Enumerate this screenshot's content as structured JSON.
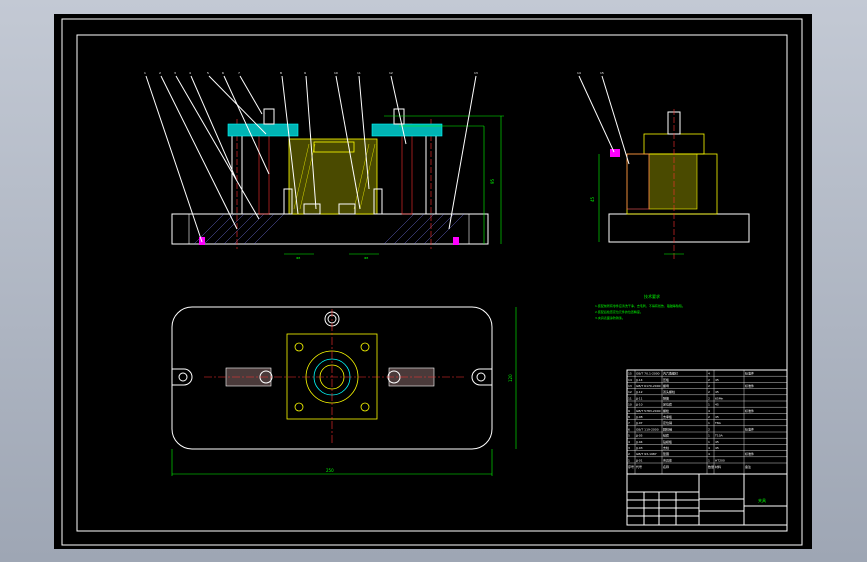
{
  "drawing": {
    "notes_title": "技术要求",
    "notes": [
      "1.装配前所有零件应清洗干净，去毛刺，不得有划伤、磕碰等缺陷。",
      "2.装配后检查定位元件的位置精度。",
      "3.夹具表面涂防锈漆。"
    ],
    "balloons_front": [
      "1",
      "2",
      "3",
      "4",
      "5",
      "6",
      "7",
      "8",
      "9",
      "10",
      "11",
      "12",
      "13"
    ],
    "balloons_side": [
      "14",
      "15"
    ],
    "dim_height": "95",
    "dim_side": "45",
    "dim_width": "250",
    "dim_depth": "120",
    "dim_small_a": "Φ8",
    "dim_small_b": "Φ8",
    "title_name": "夹具"
  },
  "bom": {
    "headers": [
      "序号",
      "代号",
      "名称",
      "数量",
      "材料",
      "备注"
    ],
    "rows": [
      [
        "15",
        "GB/T 70.1-2000",
        "内六角螺钉",
        "4",
        "",
        "标准件"
      ],
      [
        "14",
        "JJ-14",
        "压板",
        "2",
        "45",
        ""
      ],
      [
        "13",
        "GB/T 6170-2000",
        "螺母",
        "2",
        "",
        "标准件"
      ],
      [
        "12",
        "JJ-12",
        "双头螺柱",
        "2",
        "45",
        ""
      ],
      [
        "11",
        "JJ-11",
        "弹簧",
        "2",
        "65Mn",
        ""
      ],
      [
        "10",
        "JJ-10",
        "定位套",
        "1",
        "45",
        ""
      ],
      [
        "9",
        "GB/T 5783-2000",
        "螺栓",
        "4",
        "",
        "标准件"
      ],
      [
        "8",
        "JJ-08",
        "支承板",
        "2",
        "45",
        ""
      ],
      [
        "7",
        "JJ-07",
        "定位销",
        "1",
        "T8A",
        ""
      ],
      [
        "6",
        "GB/T 119-2000",
        "圆柱销",
        "2",
        "",
        "标准件"
      ],
      [
        "5",
        "JJ-05",
        "钻套",
        "1",
        "T10A",
        ""
      ],
      [
        "4",
        "JJ-04",
        "钻模板",
        "1",
        "45",
        ""
      ],
      [
        "3",
        "JJ-03",
        "支柱",
        "4",
        "45",
        ""
      ],
      [
        "2",
        "GB/T 93-1987",
        "垫圈",
        "4",
        "",
        "标准件"
      ],
      [
        "1",
        "JJ-01",
        "夹具体",
        "1",
        "HT200",
        ""
      ]
    ]
  }
}
